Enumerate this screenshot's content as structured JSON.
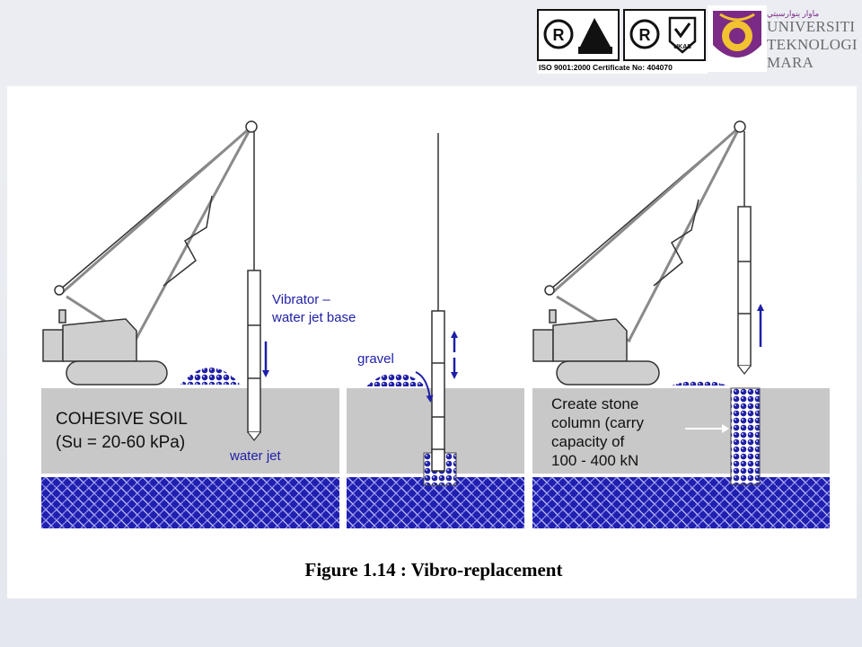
{
  "header": {
    "certificate": "ISO 9001:2000 Certificate No: 404070",
    "university": [
      "UNIVERSITI",
      "TEKNOLOGI",
      "MARA"
    ],
    "logo_marks": [
      "R",
      "R",
      "UKAS"
    ]
  },
  "figure": {
    "caption": "Figure 1.14 : Vibro-replacement",
    "labels": {
      "vibrator_line1": "Vibrator –",
      "vibrator_line2": "water jet base",
      "water_jet": "water jet",
      "gravel": "gravel",
      "soil_line1": "COHESIVE SOIL",
      "soil_line2": "(Su = 20-60 kPa)",
      "column_line1": "Create stone",
      "column_line2": "column (carry",
      "column_line3": "capacity of",
      "column_line4": "100 - 400 kN"
    }
  },
  "colors": {
    "soil": "#c8c8c8",
    "bearing_layer": "#1f1fb0",
    "arrow": "#1f1fa8",
    "label_blue": "#1f1fa8",
    "crane": "#cfcfcf"
  }
}
